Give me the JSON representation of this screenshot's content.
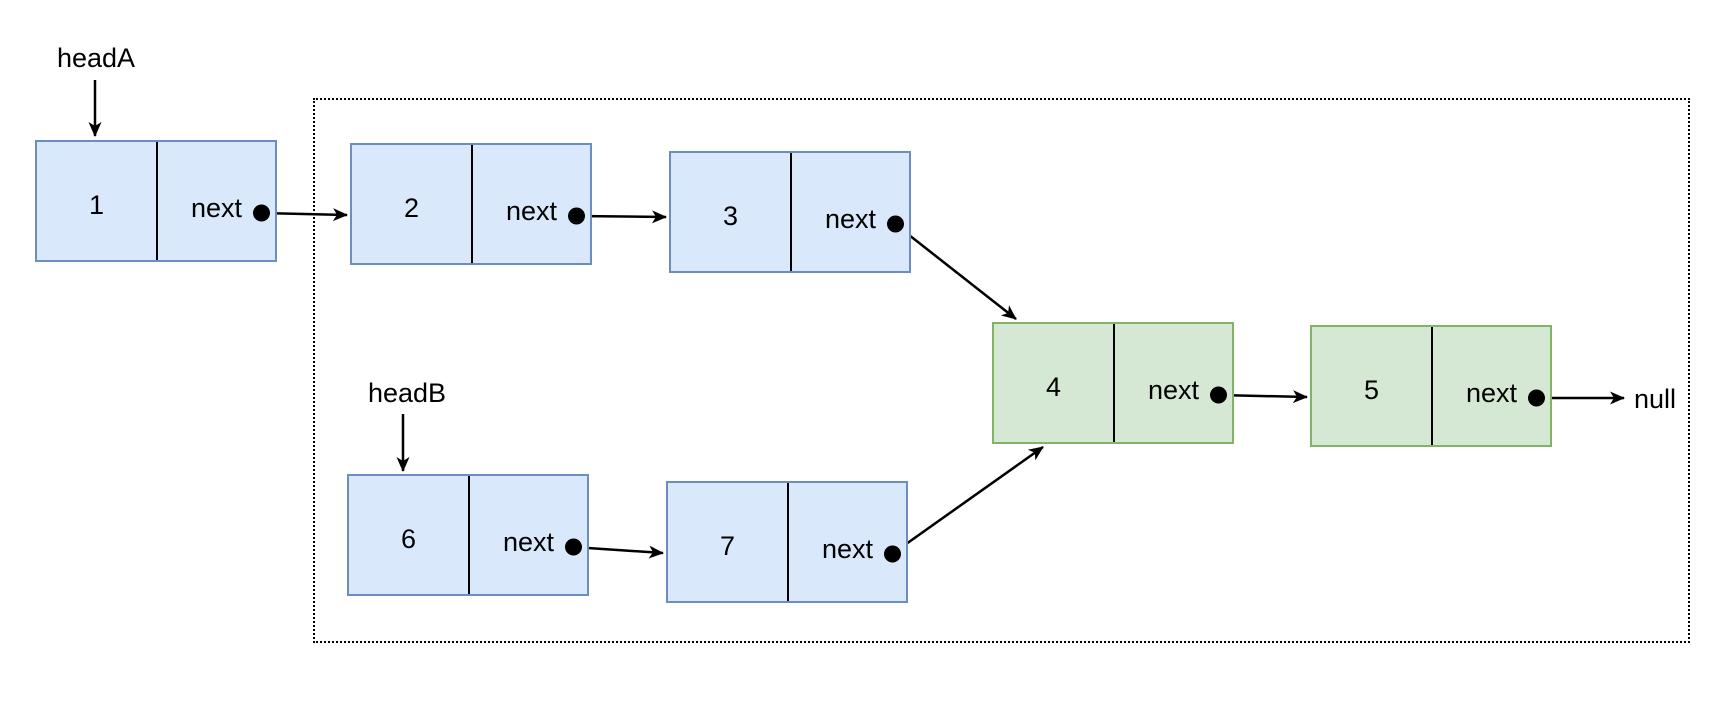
{
  "labels": {
    "head_a": "headA",
    "head_b": "headB",
    "null_terminator": "null"
  },
  "nodes": [
    {
      "value": "1",
      "pointer": "next",
      "color": "blue"
    },
    {
      "value": "2",
      "pointer": "next",
      "color": "blue"
    },
    {
      "value": "3",
      "pointer": "next",
      "color": "blue"
    },
    {
      "value": "4",
      "pointer": "next",
      "color": "green"
    },
    {
      "value": "5",
      "pointer": "next",
      "color": "green"
    },
    {
      "value": "6",
      "pointer": "next",
      "color": "blue"
    },
    {
      "value": "7",
      "pointer": "next",
      "color": "blue"
    }
  ],
  "edges": [
    {
      "from": "headA",
      "to": "1"
    },
    {
      "from": "1",
      "to": "2"
    },
    {
      "from": "2",
      "to": "3"
    },
    {
      "from": "3",
      "to": "4"
    },
    {
      "from": "4",
      "to": "5"
    },
    {
      "from": "5",
      "to": "null"
    },
    {
      "from": "headB",
      "to": "6"
    },
    {
      "from": "6",
      "to": "7"
    },
    {
      "from": "7",
      "to": "4"
    }
  ],
  "colors": {
    "node_blue_fill": "#dae8fc",
    "node_blue_border": "#6c8ebf",
    "node_green_fill": "#d5e8d4",
    "node_green_border": "#82b366",
    "line": "#000000",
    "background": "#ffffff"
  }
}
